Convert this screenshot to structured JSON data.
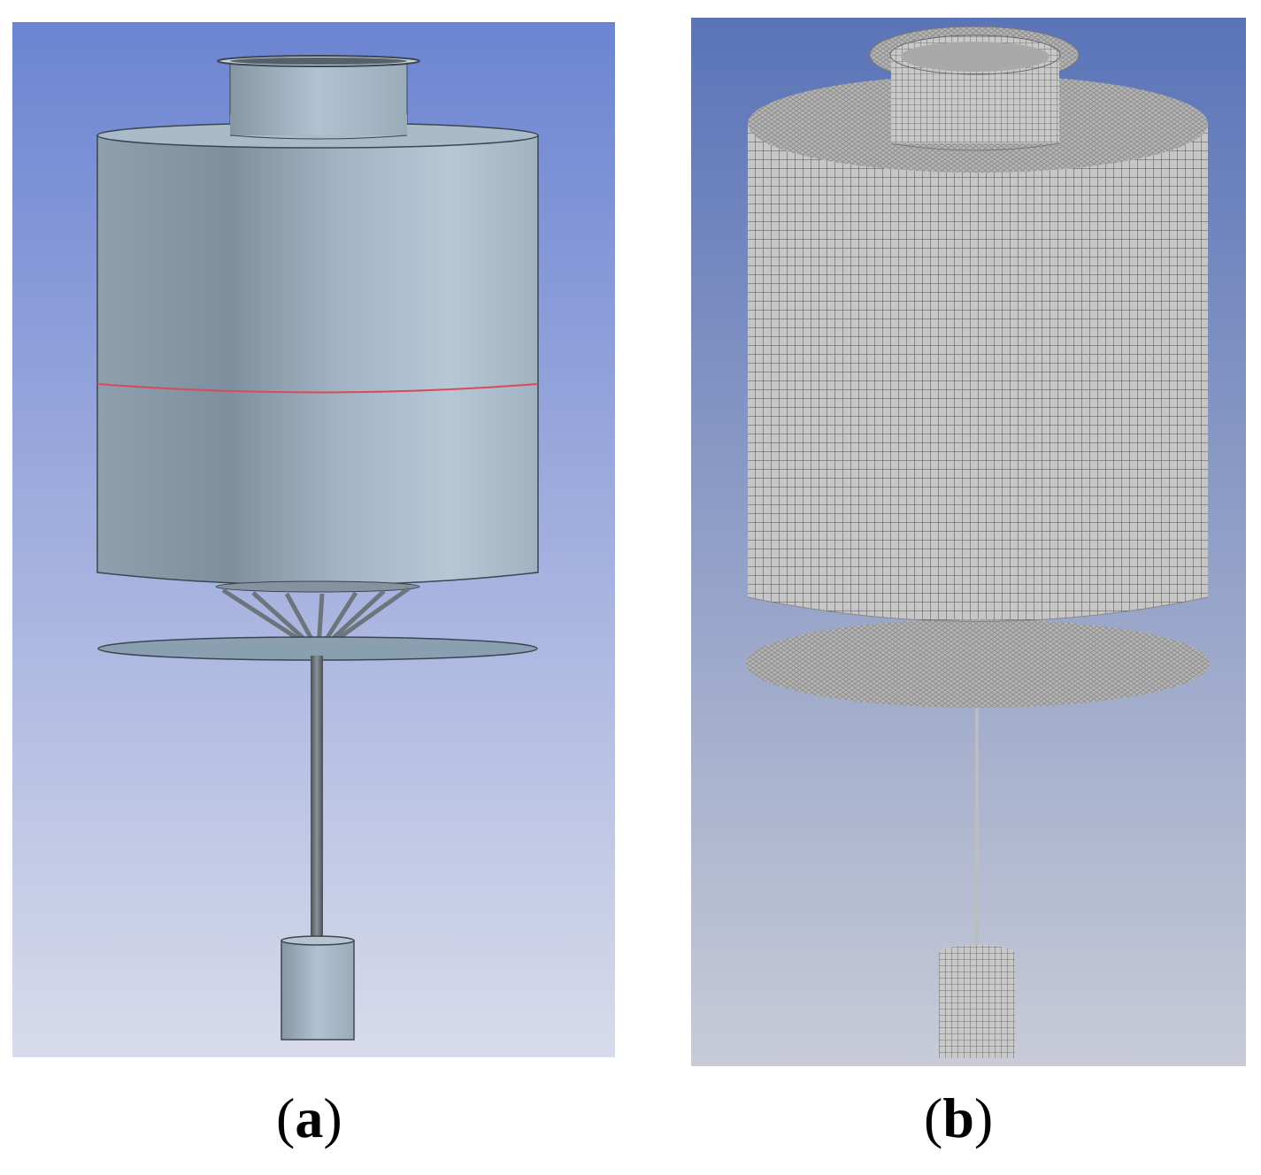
{
  "panels": [
    {
      "id": "a",
      "caption_open": "(",
      "caption_letter": "a",
      "caption_close": ")",
      "view": "geometry-model"
    },
    {
      "id": "b",
      "caption_open": "(",
      "caption_letter": "b",
      "caption_close": ")",
      "view": "mesh-model"
    }
  ],
  "colors": {
    "background_top": "#6c84d2",
    "background_bottom": "#d7d9ea",
    "surface": "#a9bccc",
    "highlight": "#d84a5a",
    "mesh_line": "#4a4a4a",
    "mesh_surface": "#c9c9c9"
  }
}
